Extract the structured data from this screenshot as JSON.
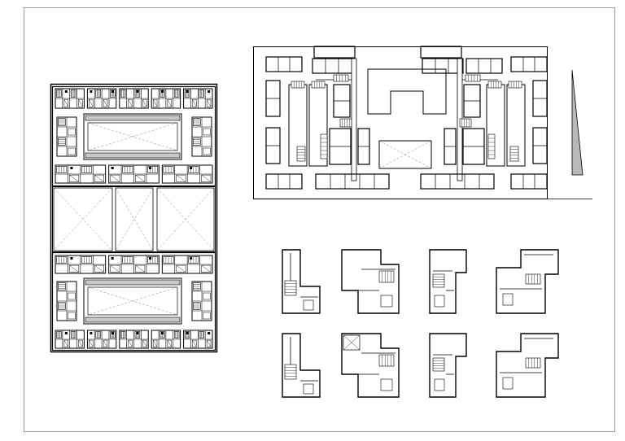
{
  "sheet": {
    "background": "#ffffff",
    "line_color": "#000000",
    "frame_color": "#9a9a9a",
    "wall_fill": "#ffffff",
    "void_fill": "#f6f6f6",
    "shaft_fill": "#c8c8c8",
    "wedge_fill": "#b8b8b8"
  },
  "drawings": {
    "site_plan": {
      "courtyards": 2,
      "bridge_bays": 3
    },
    "floor_plan": {
      "towers": 2,
      "central_void": true
    },
    "unit_plans": {
      "rows": 2,
      "columns": 4
    }
  }
}
